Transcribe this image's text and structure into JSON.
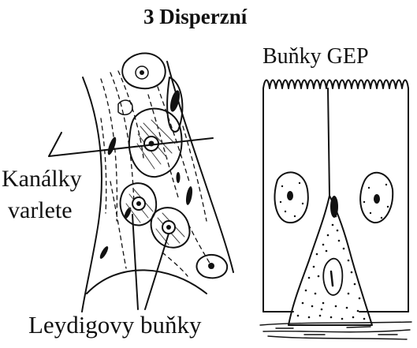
{
  "title": "3 Disperzní",
  "labels": {
    "gep_cells": "Buňky GEP",
    "tubules_line1": "Kanálky",
    "tubules_line2": "varlete",
    "leydig_cells": "Leydigovy buňky"
  }
}
